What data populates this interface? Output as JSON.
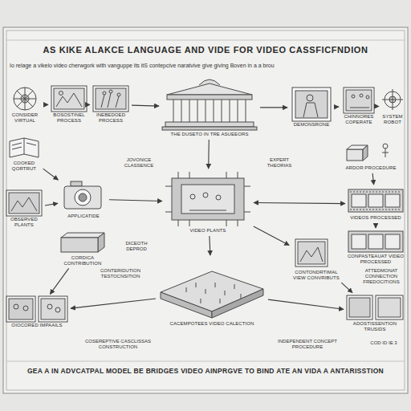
{
  "diagram": {
    "title": "AS KIKE ALAKCE LANGUAGE AND VIDE FOR VIDEO CASSFICFNDION",
    "caption": "GEA A IN ADVCATPAL MODEL BE BRIDGES VIDEO AINPRGVE TO BIND ATE AN VIDA A ANTARISSTION",
    "nodes": [
      {
        "text": [
          "CONSIDER VIRTUAL"
        ]
      },
      {
        "text": [
          "BOSOSTINEL PROCESS"
        ]
      },
      {
        "text": [
          "INEBEDOED PROCESS"
        ]
      },
      {
        "text": [
          "THE DUSETO IN TRE ASUEEORS"
        ]
      },
      {
        "text": [
          "DEMONSRONE"
        ]
      },
      {
        "text": [
          "CHINNORES COPERATE"
        ]
      },
      {
        "text": [
          "SYSTEM ROBOT"
        ]
      },
      {
        "text": [
          "COOKED QORTRUT"
        ]
      },
      {
        "text": [
          "APPLICATIDE"
        ]
      },
      {
        "text": [
          "OBSERVED PLANTS"
        ]
      },
      {
        "text": [
          "CORDICA CONTRIBUTION"
        ]
      },
      {
        "text": [
          "OIOCORED IMPAAILS"
        ]
      },
      {
        "text": [
          "VIDEO PLANTS"
        ]
      },
      {
        "text": [
          "CACEMPOTEES VIDEO CALECTION"
        ]
      },
      {
        "text": [
          "VIDEOS PROCESSED"
        ]
      },
      {
        "text": [
          "CONPASTEAUAT VIDEO PROCESSED"
        ]
      },
      {
        "text": [
          "CONTONDRTIMAL VIEW CONVRIBUTS"
        ]
      },
      {
        "text": [
          "ADOSTISSENTION TRUSIDS"
        ]
      },
      {
        "text": [
          "ARDOR PROCEDURE"
        ]
      }
    ],
    "edges": [
      {
        "from": 0,
        "to": 1,
        "arrow": "to"
      },
      {
        "from": 1,
        "to": 2,
        "arrow": "to"
      },
      {
        "from": 2,
        "to": 3,
        "arrow": "to"
      },
      {
        "from": 3,
        "to": 4,
        "arrow": "to"
      },
      {
        "from": 4,
        "to": 5,
        "arrow": "to"
      },
      {
        "from": 5,
        "to": 6,
        "arrow": "to"
      },
      {
        "from": 3,
        "to": 12,
        "arrow": "to"
      },
      {
        "from": 7,
        "to": 8,
        "arrow": "to"
      },
      {
        "from": 9,
        "to": 8,
        "arrow": "to"
      },
      {
        "from": 8,
        "to": 12,
        "arrow": "to"
      },
      {
        "from": 10,
        "to": 11,
        "arrow": "to"
      },
      {
        "from": 12,
        "to": 13,
        "arrow": "to"
      },
      {
        "from": 12,
        "to": 14,
        "arrow": "both"
      },
      {
        "from": 18,
        "to": 14,
        "arrow": "to"
      },
      {
        "from": 14,
        "to": 15,
        "arrow": "to"
      },
      {
        "from": 12,
        "to": 16,
        "arrow": "to"
      },
      {
        "from": 16,
        "to": 17,
        "arrow": "to"
      },
      {
        "from": 13,
        "to": 17,
        "arrow": "to"
      },
      {
        "from": 13,
        "to": 11,
        "arrow": "to"
      }
    ],
    "labels": [
      "Io relage a vikelo video cherwgork with vanguppe its itS contepcive naratvive give giving Boven in a a brou",
      "JOVONICE CLASSENCE",
      "EXPERT THEORIAS",
      "DICEOTH DEPROD",
      "CONTERIDUTION TESTOCNSITION",
      "COSEREPTIVE CASCLISSAS CONSTRUCTION",
      "ATTEDMONAT CONNECTION FREDOCITIONS",
      "INDEPENDENT CONCEPT PROCEDURE",
      "COD ID IE 3"
    ]
  }
}
